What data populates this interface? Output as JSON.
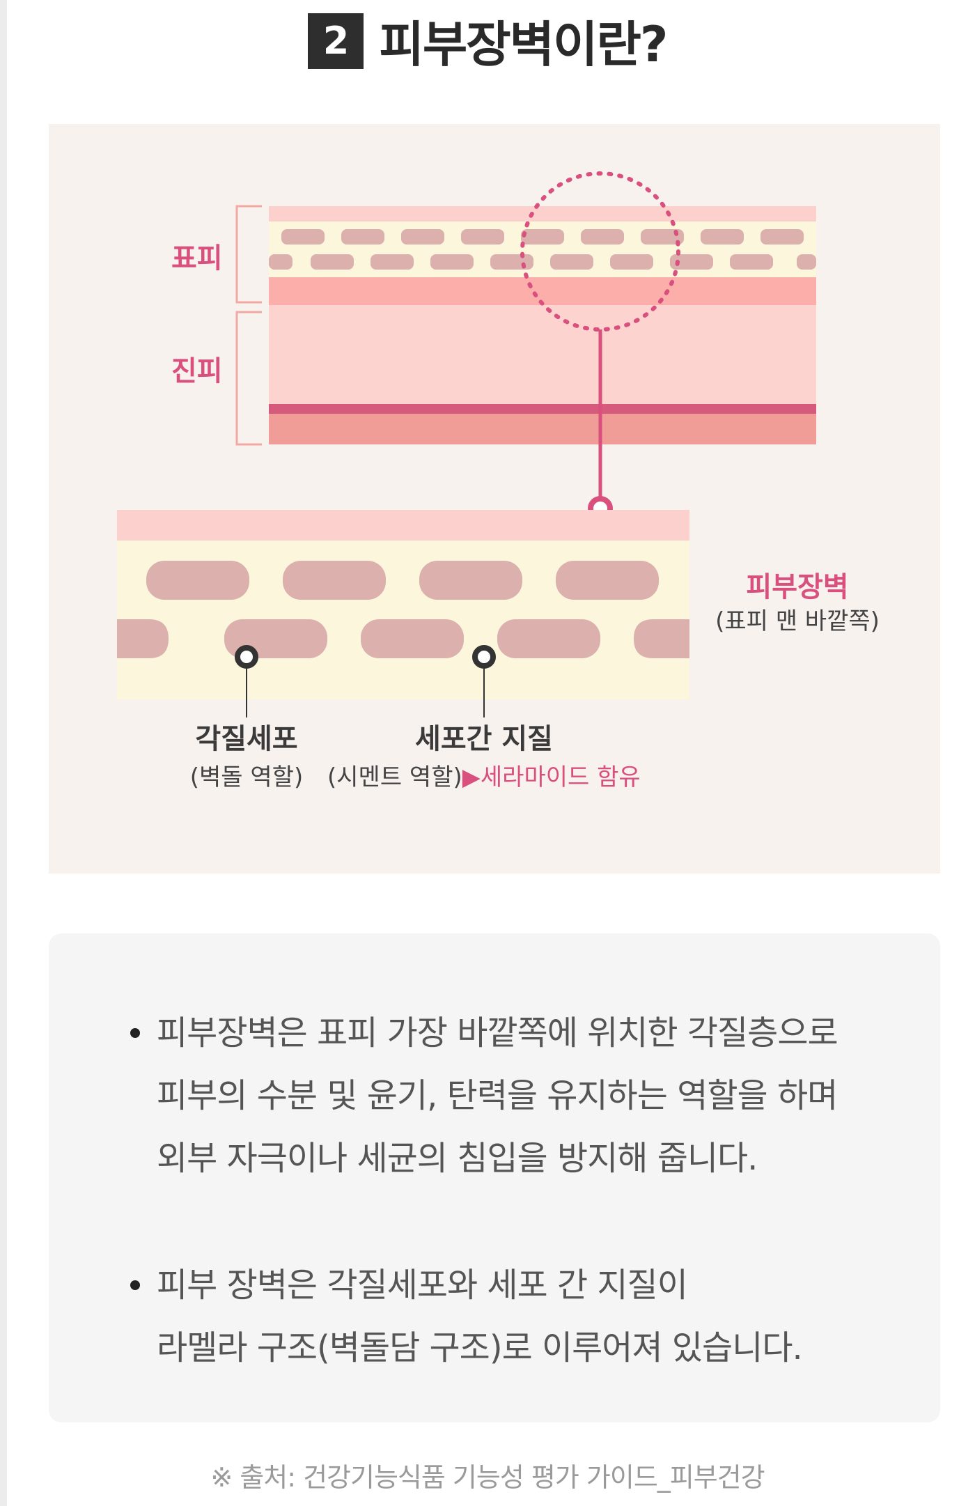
{
  "heading": {
    "number": "2",
    "title": "피부장벽이란?"
  },
  "diagram": {
    "layer_labels": {
      "epidermis": "표피",
      "dermis": "진피"
    },
    "barrier": {
      "title": "피부장벽",
      "subtitle": "(표피 맨 바깥쪽)"
    },
    "corneocyte": {
      "title": "각질세포",
      "subtitle": "(벽돌 역할)"
    },
    "lipid": {
      "title": "세포간 지질",
      "subtitle": "(시멘트 역할)",
      "highlight": "▶세라마이드 함유"
    }
  },
  "info": {
    "bullets": [
      {
        "lines": [
          "피부장벽은 표피 가장 바깥쪽에 위치한 각질층으로",
          "피부의 수분 및 윤기, 탄력을 유지하는 역할을 하며",
          "외부 자극이나 세균의 침입을 방지해 줍니다."
        ]
      },
      {
        "lines": [
          "피부 장벽은 각질세포와 세포 간 지질이",
          "라멜라 구조(벽돌담 구조)로 이루어져 있습니다."
        ]
      }
    ]
  },
  "source": "※ 출처: 건강기능식품 기능성 평가 가이드_피부건강",
  "colors": {
    "accent": "#d94f7e",
    "cell": "#dbb0ad",
    "lipid": "#fbf6dc",
    "dermis": "#fdd3cf",
    "background": "#f8f2ef"
  }
}
